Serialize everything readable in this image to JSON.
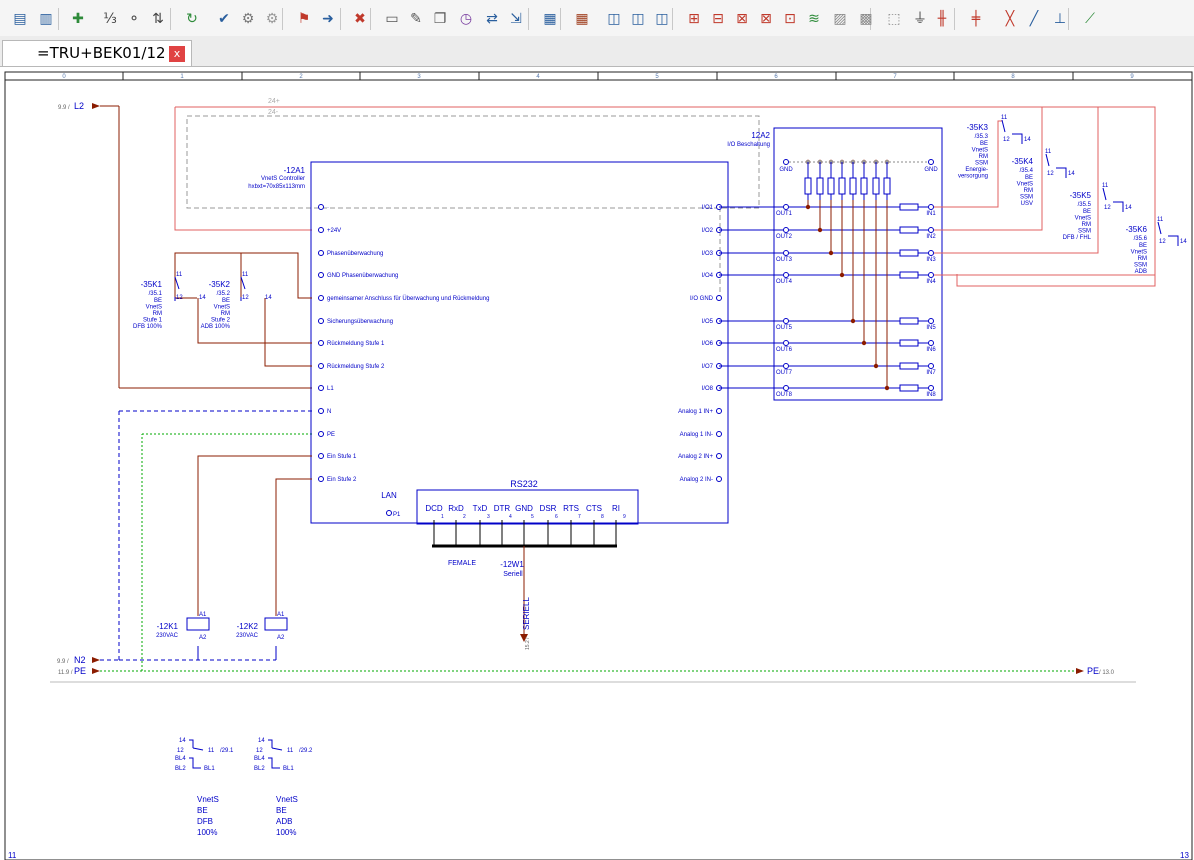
{
  "tab": {
    "title": "=TRU+BEK01/12",
    "close": "x"
  },
  "toolbar": {
    "buttons": [
      {
        "icon": "page-properties-icon",
        "glyph": "▤",
        "color": "#2a5f9e"
      },
      {
        "icon": "page-list-icon",
        "glyph": "▥",
        "color": "#2a5f9e"
      },
      {
        "icon": "puzzle-icon",
        "glyph": "✚",
        "color": "#2e8b3a"
      },
      {
        "icon": "numbering-icon",
        "glyph": "⅓",
        "color": "#444444"
      },
      {
        "icon": "renumber-icon",
        "glyph": "⚬",
        "color": "#444444"
      },
      {
        "icon": "sort-icon",
        "glyph": "⇅",
        "color": "#444444"
      },
      {
        "icon": "update-icon",
        "glyph": "↻",
        "color": "#2e8b3a"
      },
      {
        "icon": "check-icon",
        "glyph": "✔",
        "color": "#2a5f9e"
      },
      {
        "icon": "settings-gear-icon",
        "glyph": "⚙",
        "color": "#777777"
      },
      {
        "icon": "settings-gear-2-icon",
        "glyph": "⚙",
        "color": "#999999"
      },
      {
        "icon": "flag-icon",
        "glyph": "⚑",
        "color": "#c0392b"
      },
      {
        "icon": "arrow-right-icon",
        "glyph": "➜",
        "color": "#2a5f9e"
      },
      {
        "icon": "delete-flag-icon",
        "glyph": "✖",
        "color": "#c0392b"
      },
      {
        "icon": "document-icon",
        "glyph": "▭",
        "color": "#555555"
      },
      {
        "icon": "document-edit-icon",
        "glyph": "✎",
        "color": "#555555"
      },
      {
        "icon": "document-copy-icon",
        "glyph": "❐",
        "color": "#555555"
      },
      {
        "icon": "clock-icon",
        "glyph": "◷",
        "color": "#7a3fa0"
      },
      {
        "icon": "swap-icon",
        "glyph": "⇄",
        "color": "#2a5f9e"
      },
      {
        "icon": "export-icon",
        "glyph": "⇲",
        "color": "#2a5f9e"
      },
      {
        "icon": "grid-select-icon",
        "glyph": "▦",
        "color": "#2a5f9e"
      },
      {
        "icon": "grid-icon",
        "glyph": "▦",
        "color": "#a04020"
      },
      {
        "icon": "component-icon",
        "glyph": "◫",
        "color": "#2a5f9e"
      },
      {
        "icon": "component-2-icon",
        "glyph": "◫",
        "color": "#2a5f9e"
      },
      {
        "icon": "component-3-icon",
        "glyph": "◫",
        "color": "#2a5f9e"
      },
      {
        "icon": "terminal-strip-icon",
        "glyph": "⊞",
        "color": "#c0392b"
      },
      {
        "icon": "terminal-icon",
        "glyph": "⊟",
        "color": "#c0392b"
      },
      {
        "icon": "connection-icon",
        "glyph": "⊠",
        "color": "#c0392b"
      },
      {
        "icon": "connection-2-icon",
        "glyph": "⊠",
        "color": "#c0392b"
      },
      {
        "icon": "plug-icon",
        "glyph": "⊡",
        "color": "#c0392b"
      },
      {
        "icon": "cable-icon",
        "glyph": "≋",
        "color": "#2e8b3a"
      },
      {
        "icon": "hatch-icon",
        "glyph": "▨",
        "color": "#888888"
      },
      {
        "icon": "hatch-2-icon",
        "glyph": "▩",
        "color": "#888888"
      },
      {
        "icon": "frame-icon",
        "glyph": "⬚",
        "color": "#888888"
      },
      {
        "icon": "ground-symbol-icon",
        "glyph": "⏚",
        "color": "#444444"
      },
      {
        "icon": "wire-icon",
        "glyph": "╫",
        "color": "#c0392b"
      },
      {
        "icon": "wire-cross-icon",
        "glyph": "╪",
        "color": "#c0392b"
      },
      {
        "icon": "wire-break-icon",
        "glyph": "╳",
        "color": "#c0392b"
      },
      {
        "icon": "wire-angle-icon",
        "glyph": "╱",
        "color": "#2a5f9e"
      },
      {
        "icon": "wire-t-icon",
        "glyph": "⊥",
        "color": "#2a5f9e"
      },
      {
        "icon": "wire-join-icon",
        "glyph": "⟋",
        "color": "#2e8b3a"
      }
    ]
  },
  "colors": {
    "device": "#0000c8",
    "wire": "#8b1c00",
    "pe": "#00aa00",
    "box": "#e06060",
    "grey": "#999999"
  },
  "ruler": [
    "0",
    "1",
    "2",
    "3",
    "4",
    "5",
    "6",
    "7",
    "8",
    "9"
  ],
  "labels": {
    "l2_ref": "9.9 /",
    "l2": "L2",
    "n2_ref": "9.9 /",
    "n2": "N2",
    "pe_ref": "11.9 /",
    "pe": "PE",
    "pe_out": "PE",
    "pe_out_ref": "/ 13.0",
    "page_left": "11",
    "page_right": "13",
    "v24_a": "24+",
    "v24_b": "24-"
  },
  "controller": {
    "tag": "-12A1",
    "desc1": "VnetS Controller",
    "desc2": "hxbxt=70x85x113mm",
    "left_pins": [
      "·",
      "+24V",
      "Phasenüberwachung",
      "GND Phasenüberwachung",
      "gemeinsamer Anschluss für Überwachung und Rückmeldung",
      "Sicherungsüberwachung",
      "Rückmeldung Stufe 1",
      "Rückmeldung Stufe 2",
      "L1",
      "N",
      "PE",
      "Ein Stufe 1",
      "Ein Stufe 2"
    ],
    "right_pins": [
      "I/O1",
      "I/O2",
      "I/O3",
      "I/O4",
      "I/O GND",
      "I/O5",
      "I/O6",
      "I/O7",
      "I/O8",
      "Analog 1 IN+",
      "Analog 1 IN-",
      "Analog 2 IN+",
      "Analog 2 IN-"
    ],
    "lan": "LAN",
    "lan_pin": "P1",
    "rs232": "RS232",
    "rs232_pins": [
      "DCD",
      "RxD",
      "TxD",
      "DTR",
      "GND",
      "DSR",
      "RTS",
      "CTS",
      "RI"
    ],
    "rs232_nums": [
      "1",
      "2",
      "3",
      "4",
      "5",
      "6",
      "7",
      "8",
      "9"
    ],
    "female": "FEMALE",
    "cable": "-12W1",
    "cable_type": "Seriell",
    "cable_dest": "SERIELL",
    "cable_dest_ref": "15.2 /"
  },
  "io_module": {
    "tag": "12A2",
    "desc": "I/O Beschaltung",
    "gnd_l": "GND",
    "gnd_r": "GND",
    "outs": [
      "OUT1",
      "OUT2",
      "OUT3",
      "OUT4",
      "OUT5",
      "OUT6",
      "OUT7",
      "OUT8"
    ],
    "ins": [
      "IN1",
      "IN2",
      "IN3",
      "IN4",
      "IN5",
      "IN6",
      "IN7",
      "IN8"
    ]
  },
  "relays": [
    {
      "tag": "-35K1",
      "ref": "/35.1",
      "lines": [
        "BE",
        "VnetS",
        "RM",
        "Stufe 1",
        "DFB 100%"
      ]
    },
    {
      "tag": "-35K2",
      "ref": "/35.2",
      "lines": [
        "BE",
        "VnetS",
        "RM",
        "Stufe 2",
        "ADB 100%"
      ]
    },
    {
      "tag": "-35K3",
      "ref": "/35.3",
      "lines": [
        "BE",
        "VnetS",
        "RM",
        "SSM",
        "Energie-",
        "versorgung"
      ]
    },
    {
      "tag": "-35K4",
      "ref": "/35.4",
      "lines": [
        "BE",
        "VnetS",
        "RM",
        "SSM",
        "USV"
      ]
    },
    {
      "tag": "-35K5",
      "ref": "/35.5",
      "lines": [
        "BE",
        "VnetS",
        "RM",
        "SSM",
        "DFB / FHL"
      ]
    },
    {
      "tag": "-35K6",
      "ref": "/35.6",
      "lines": [
        "BE",
        "VnetS",
        "RM",
        "SSM",
        "ADB"
      ]
    }
  ],
  "contact_pins": {
    "c11": "11",
    "c12": "12",
    "c14": "14"
  },
  "coils": [
    {
      "tag": "-12K1",
      "volt": "230VAC",
      "a1": "A1",
      "a2": "A2"
    },
    {
      "tag": "-12K2",
      "volt": "230VAC",
      "a1": "A1",
      "a2": "A2"
    }
  ],
  "cross_refs": [
    {
      "p14": "14",
      "p12": "12",
      "p11": "11",
      "ref": "/29.1",
      "bl4": "BL4",
      "bl2": "BL2",
      "bl1": "BL1",
      "lines": [
        "VnetS",
        "BE",
        "DFB",
        "100%"
      ]
    },
    {
      "p14": "14",
      "p12": "12",
      "p11": "11",
      "ref": "/29.2",
      "bl4": "BL4",
      "bl2": "BL2",
      "bl1": "BL1",
      "lines": [
        "VnetS",
        "BE",
        "ADB",
        "100%"
      ]
    }
  ]
}
